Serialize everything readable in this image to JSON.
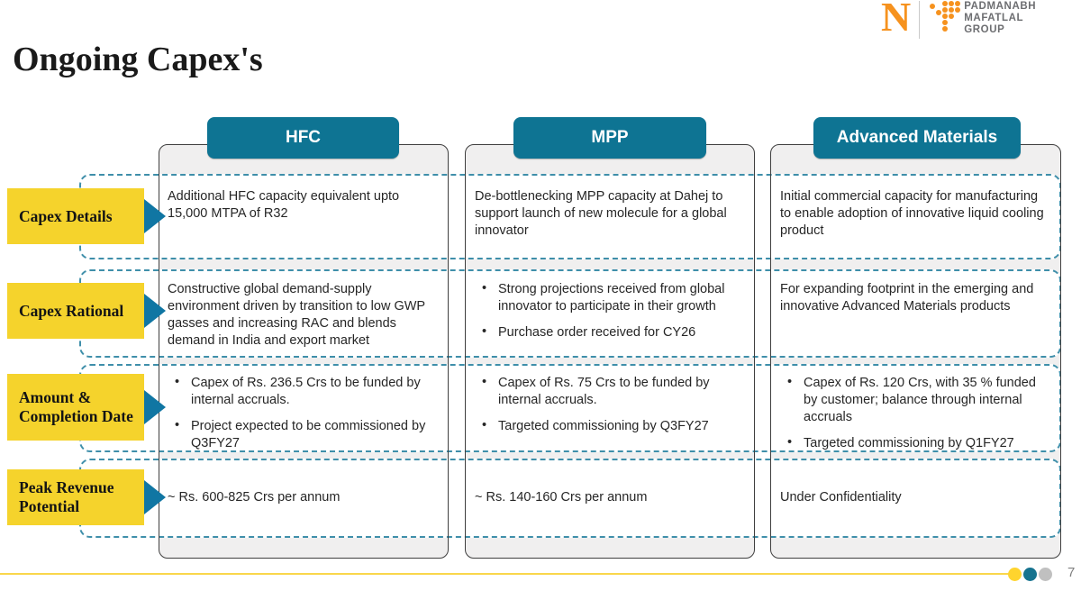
{
  "logo": {
    "monogram": "N",
    "text_lines": [
      "PADMANABH",
      "MAFATLAL",
      "GROUP"
    ]
  },
  "title": "Ongoing Capex's",
  "columns": [
    {
      "header": "HFC"
    },
    {
      "header": "MPP"
    },
    {
      "header": "Advanced Materials"
    }
  ],
  "rows": [
    {
      "label": "Capex Details",
      "cells": [
        {
          "text": "Additional HFC capacity equivalent upto 15,000 MTPA of R32"
        },
        {
          "text": "De-bottlenecking MPP capacity at Dahej to support launch of new molecule for a global innovator"
        },
        {
          "text": "Initial commercial capacity for manufacturing to enable adoption of innovative liquid cooling product"
        }
      ]
    },
    {
      "label": "Capex Rational",
      "cells": [
        {
          "text": "Constructive global demand-supply environment driven by transition to low GWP gasses and increasing RAC and blends demand in India and export market"
        },
        {
          "bullets": [
            "Strong projections received from global innovator to participate in their growth",
            "Purchase order received for CY26"
          ]
        },
        {
          "text": "For expanding footprint in the emerging and innovative Advanced Materials products"
        }
      ]
    },
    {
      "label": "Amount & Completion Date",
      "cells": [
        {
          "bullets": [
            "Capex of Rs. 236.5 Crs to be funded by internal accruals.",
            "Project expected to be commissioned by Q3FY27"
          ]
        },
        {
          "bullets": [
            "Capex of Rs. 75 Crs to be funded by internal accruals.",
            "Targeted commissioning by Q3FY27"
          ]
        },
        {
          "bullets": [
            "Capex of Rs. 120 Crs, with 35 % funded by customer; balance through internal accruals",
            "Targeted commissioning by Q1FY27"
          ]
        }
      ]
    },
    {
      "label": "Peak Revenue Potential",
      "cells": [
        {
          "text": "~ Rs. 600-825 Crs per annum"
        },
        {
          "text": "~ Rs. 140-160  Crs per annum"
        },
        {
          "text": "Under Confidentiality"
        }
      ]
    }
  ],
  "footer": {
    "page_number": "7"
  },
  "colors": {
    "teal": "#0E7493",
    "arrow_teal": "#1076A3",
    "yellow": "#F5D32C",
    "dashed_border": "#3F8FAA",
    "column_fill": "#F0EFEF",
    "column_border": "#3F3F3F",
    "logo_orange": "#F6921E",
    "logo_gray": "#6D6E71",
    "footer_line_yellow": "#F9D64B",
    "dot_yellow": "#FFD42E",
    "dot_teal": "#16738F",
    "dot_gray": "#C0C0C0",
    "text_dark": "#262626",
    "page_number_gray": "#7F7F7F"
  }
}
